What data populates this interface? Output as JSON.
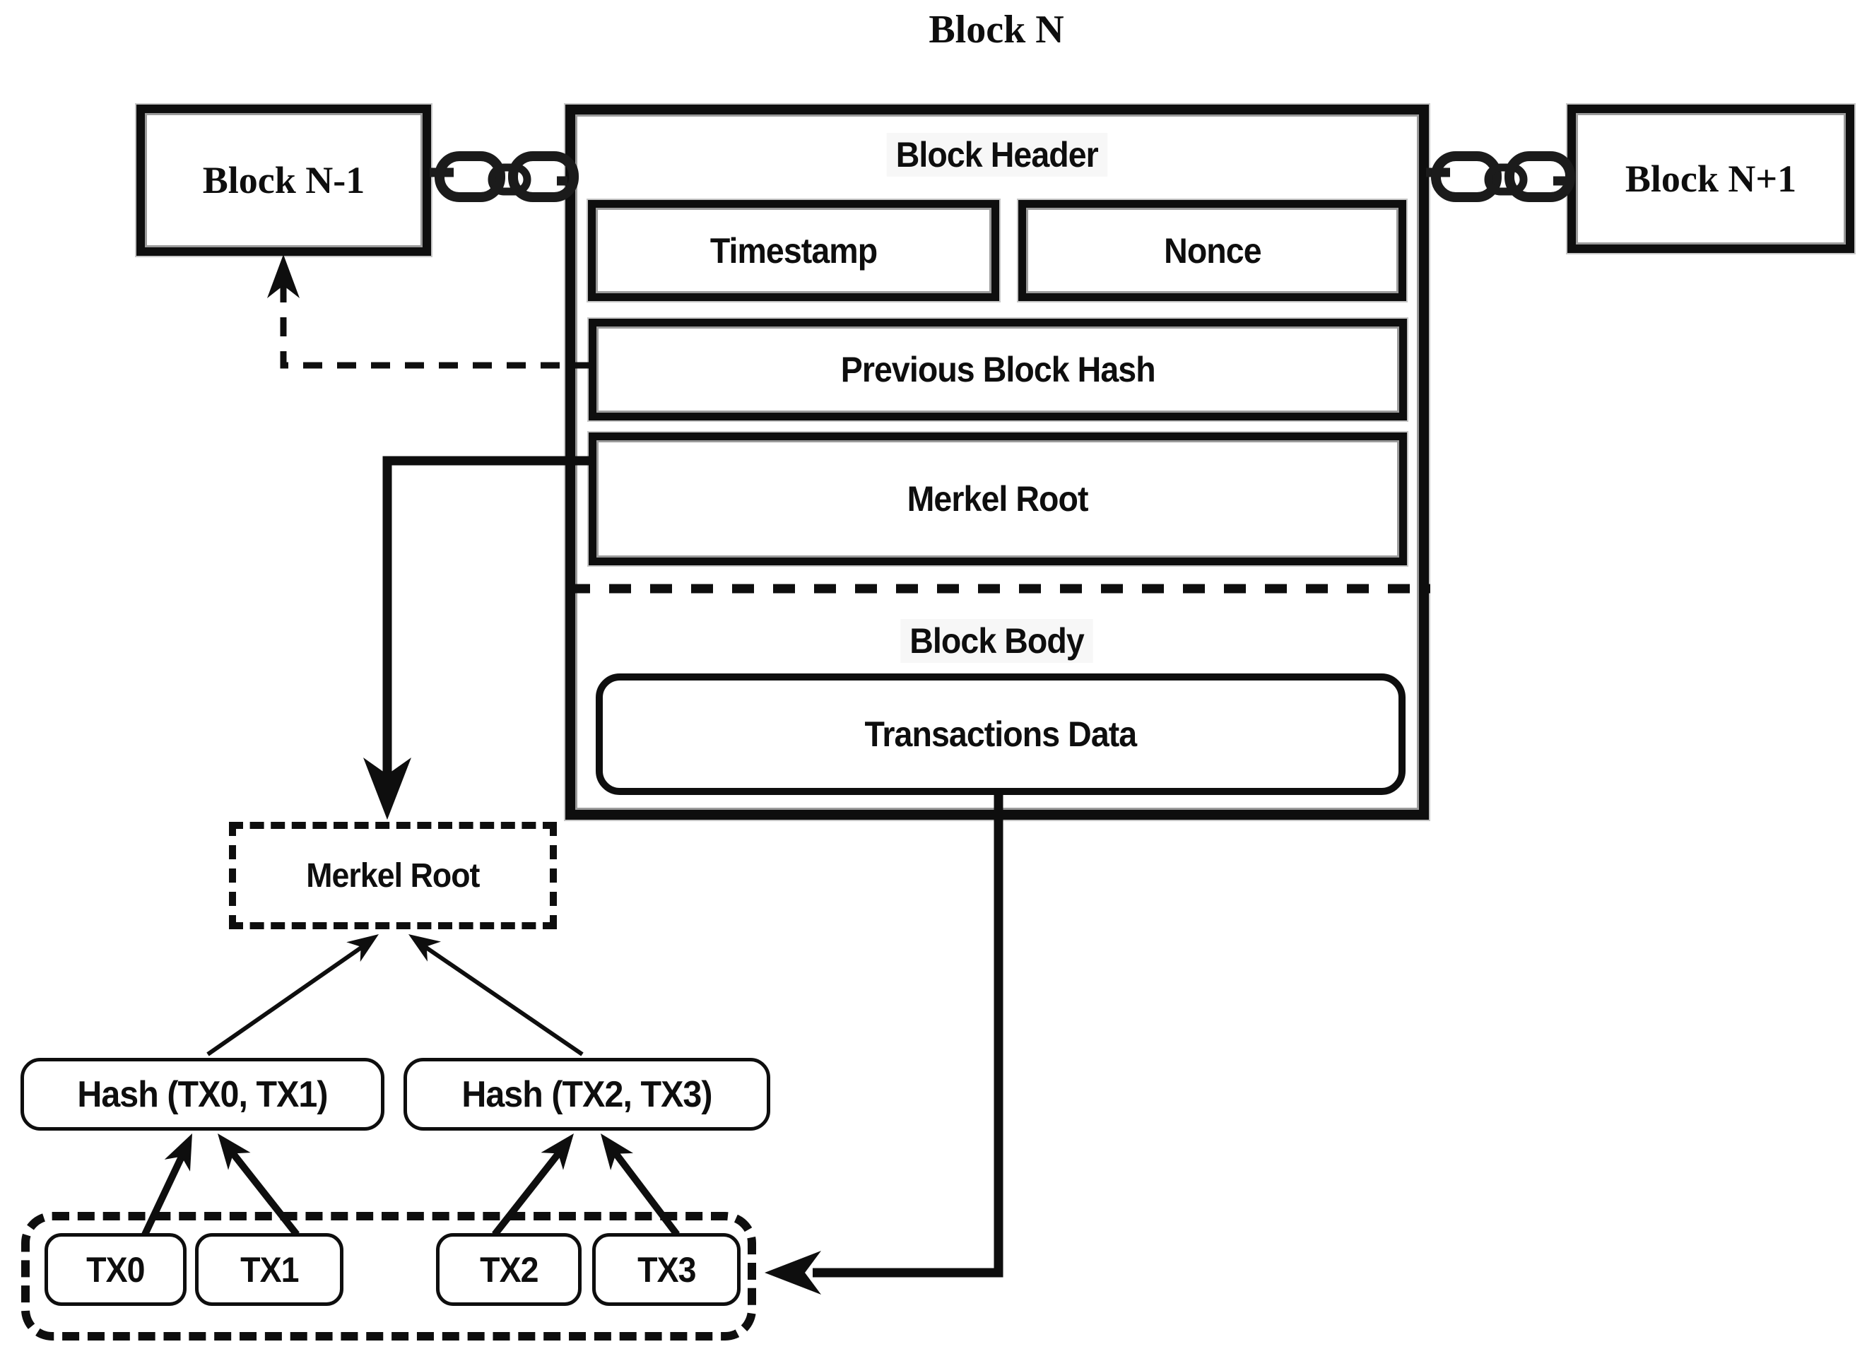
{
  "title": "Block N",
  "theme": {
    "ink": "#0e0e0e",
    "paper": "#ffffff"
  },
  "chain": {
    "prev_block": {
      "label": "Block N-1"
    },
    "next_block": {
      "label": "Block N+1"
    },
    "link_icon": "chain-link-icon"
  },
  "block": {
    "header": {
      "title": "Block Header",
      "fields": {
        "timestamp": "Timestamp",
        "nonce": "Nonce",
        "prev_hash": "Previous Block Hash",
        "merkle_root": "Merkel Root"
      }
    },
    "body": {
      "title": "Block Body",
      "transactions": "Transactions Data"
    }
  },
  "merkle_tree": {
    "root": {
      "label": "Merkel Root"
    },
    "nodes": [
      {
        "label": "Hash (TX0, TX1)"
      },
      {
        "label": "Hash (TX2, TX3)"
      }
    ],
    "leaves": [
      {
        "label": "TX0"
      },
      {
        "label": "TX1"
      },
      {
        "label": "TX2"
      },
      {
        "label": "TX3"
      }
    ]
  }
}
